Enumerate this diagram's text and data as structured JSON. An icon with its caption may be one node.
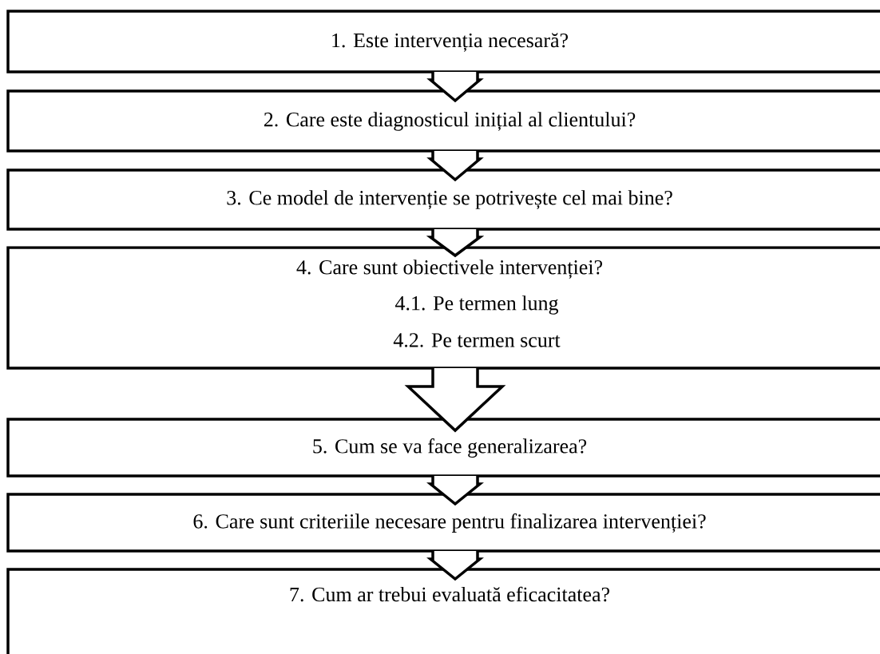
{
  "diagram": {
    "nodes": [
      {
        "text": [
          "1. Este intervenția necesară?"
        ]
      },
      {
        "text": [
          "2. Care este diagnosticul inițial al clientului?"
        ]
      },
      {
        "text": [
          "3. Ce model de intervenție se potrivește cel mai bine?"
        ]
      },
      {
        "text": [
          "4. Care sunt obiectivele intervenției?",
          "4.1. Pe termen lung",
          "4.2. Pe termen scurt"
        ]
      },
      {
        "text": [
          "5. Cum se va face generalizarea?"
        ]
      },
      {
        "text": [
          "6. Care sunt criteriile necesare pentru finalizarea intervenției?"
        ]
      },
      {
        "text": [
          "7. Cum ar trebui evaluată eficacitatea?"
        ]
      }
    ],
    "edges": [
      {
        "from": 0,
        "to": 1,
        "arrow": "to"
      },
      {
        "from": 1,
        "to": 2,
        "arrow": "to"
      },
      {
        "from": 2,
        "to": 3,
        "arrow": "to"
      },
      {
        "from": 3,
        "to": 4,
        "arrow": "to"
      },
      {
        "from": 4,
        "to": 5,
        "arrow": "to"
      },
      {
        "from": 5,
        "to": 6,
        "arrow": "to"
      }
    ]
  }
}
